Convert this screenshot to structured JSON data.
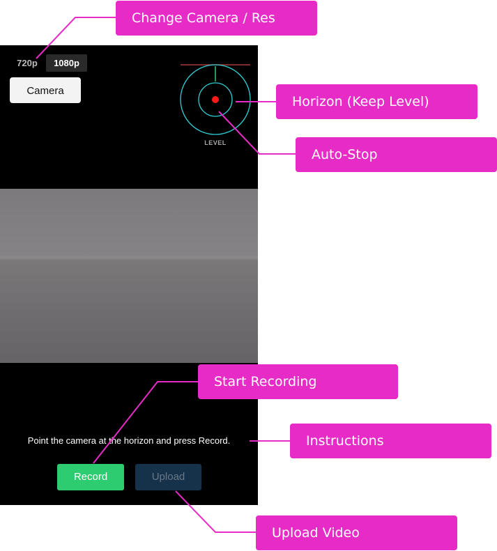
{
  "resolution": {
    "option_720": "720p",
    "option_1080": "1080p",
    "selected": "1080p"
  },
  "camera_button": {
    "label": "Camera"
  },
  "level": {
    "label": "LEVEL",
    "outer_ring_color": "#2fd0d6",
    "inner_ring_color": "#2fd0d6",
    "dot_color": "#ff1a1a",
    "horizon_line_color": "#a83c38",
    "vertical_tick_color": "#2ecc71"
  },
  "instructions": {
    "text": "Point the camera at the horizon and press Record."
  },
  "controls": {
    "record_label": "Record",
    "upload_label": "Upload",
    "record_color": "#2ecc71",
    "upload_color": "#15324a"
  },
  "callouts": {
    "change_camera": "Change Camera / Res",
    "horizon": "Horizon (Keep Level)",
    "auto_stop": "Auto-Stop",
    "start_recording": "Start Recording",
    "instructions": "Instructions",
    "upload_video": "Upload Video",
    "color": "#e62bc6"
  }
}
